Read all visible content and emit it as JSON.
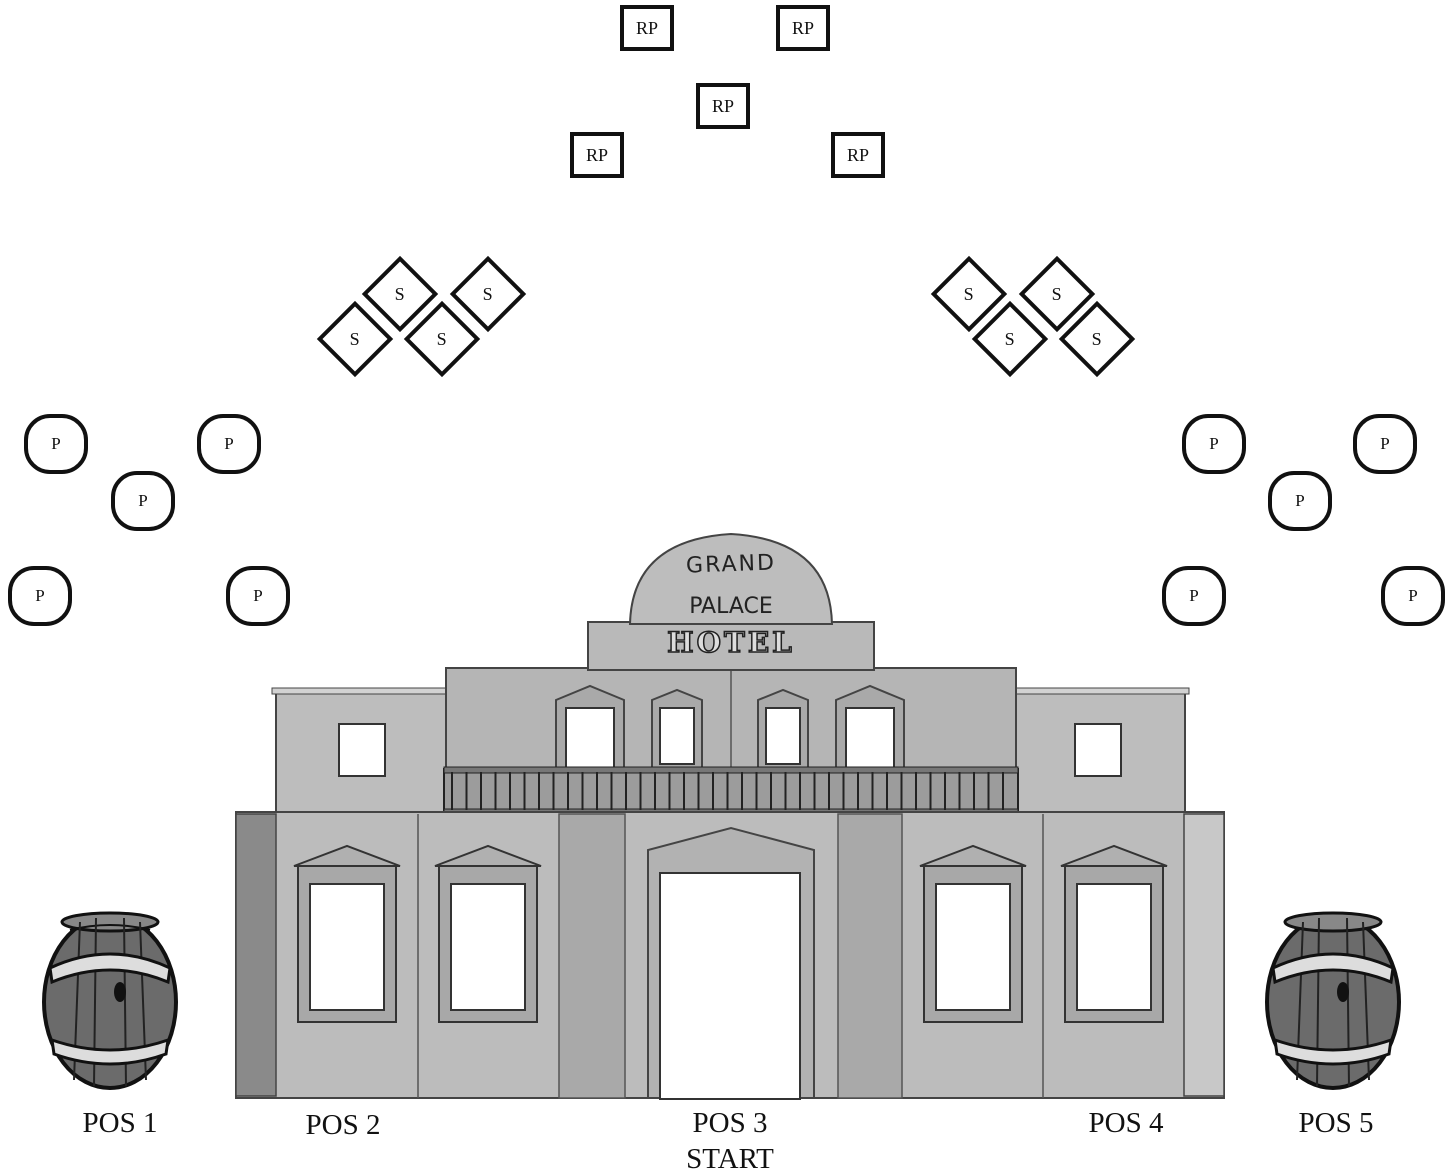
{
  "sign": {
    "line1": "GRAND",
    "line2": "PALACE",
    "line3": "HOTEL"
  },
  "positions": [
    {
      "label": "POS 1"
    },
    {
      "label": "POS 2"
    },
    {
      "label": "POS 3"
    },
    {
      "label": "POS 4"
    },
    {
      "label": "POS 5"
    }
  ],
  "start_label": "START",
  "targets": {
    "rp": [
      "RP",
      "RP",
      "RP",
      "RP",
      "RP"
    ],
    "s_left": [
      "S",
      "S",
      "S",
      "S"
    ],
    "s_right": [
      "S",
      "S",
      "S",
      "S"
    ],
    "p_left": [
      "P",
      "P",
      "P",
      "P",
      "P"
    ],
    "p_right": [
      "P",
      "P",
      "P",
      "P",
      "P"
    ]
  },
  "colors": {
    "facade": "#b9b9b9",
    "facade_dark": "#8f8f8f",
    "barrel": "#6b6b6b",
    "outline": "#111111"
  }
}
